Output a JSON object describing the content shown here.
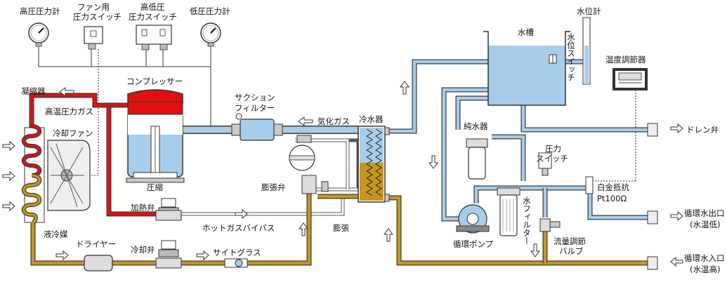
{
  "labels": {
    "high_pressure_gauge": "高圧圧力計",
    "fan_pressure_switch_1": "ファン用",
    "fan_pressure_switch_2": "圧力スイッチ",
    "hilo_switch_1": "高低圧",
    "hilo_switch_2": "圧力スイッチ",
    "low_pressure_gauge": "低圧圧力計",
    "water_level_gauge": "水位計",
    "water_tank": "水槽",
    "water_level_switch": "水位スイッチ",
    "temp_controller": "温度調節器",
    "compressor": "コンプレッサー",
    "condenser": "凝縮器",
    "hot_gas": "高温圧力ガス",
    "cooling_fan": "冷却ファン",
    "suction_filter_1": "サクション",
    "suction_filter_2": "フィルター",
    "evaporated_gas": "気化ガス",
    "chiller": "冷水器",
    "pure_water": "純水器",
    "pressure_switch_1": "圧力",
    "pressure_switch_2": "スイッチ",
    "compression": "圧縮",
    "expansion_valve": "膨張弁",
    "heating_valve": "加熱弁",
    "hot_gas_bypass": "ホットガスバイパス",
    "expansion": "膨張",
    "liquid_refrigerant": "液冷媒",
    "dryer": "ドライヤー",
    "cooling_valve": "冷却弁",
    "sight_glass": "サイトグラス",
    "circulation_pump": "循環ポンプ",
    "water_filter": "水フィルター",
    "flow_valve_1": "流量調節",
    "flow_valve_2": "バルブ",
    "platinum_1": "白金抵抗",
    "platinum_2": "Pt100Ω",
    "drain_valve": "ドレン弁",
    "outlet_1": "循環水出口",
    "outlet_2": "(水温低)",
    "inlet_1": "循環水入口",
    "inlet_2": "(水温高)"
  },
  "colors": {
    "hot_gas_line": "#e01010",
    "liquid_line": "#c8961e",
    "suction_line": "#a8cdea",
    "water_line": "#a8cdea",
    "line_stroke": "#3a3a3a",
    "tank_water": "#a8cdea",
    "chiller_liquid": "#c8961e"
  },
  "icons": [
    "pressure-gauge-icon",
    "pressure-switch-icon",
    "thermometer-icon",
    "valve-icon",
    "pump-icon",
    "filter-icon",
    "arrow-icon"
  ]
}
